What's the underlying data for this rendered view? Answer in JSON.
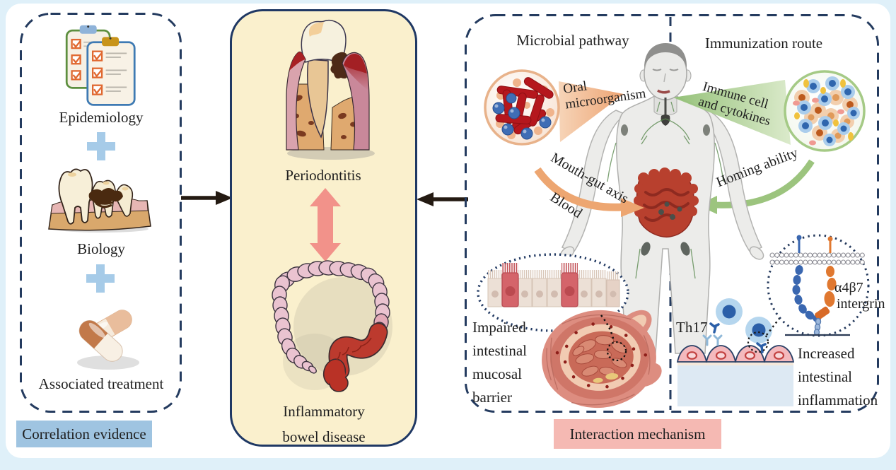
{
  "colors": {
    "frame_blue": "#dff0f9",
    "dash_navy": "#243b5f",
    "center_panel_cream": "#faf0cd",
    "center_panel_border": "#1f3864",
    "badge_blue": "#9fc4e1",
    "badge_pink": "#f5b9b3",
    "plus_blue": "#a6cbe8",
    "double_arrow_pink": "#f2928a",
    "black_arrow": "#241a12",
    "microbial_orange": "#f0ab7c",
    "immune_green": "#a8cc8c",
    "gut_red": "#b8402e",
    "text": "#1f1f1f"
  },
  "left_panel": {
    "item1_label": "Epidemiology",
    "item2_label": "Biology",
    "item3_label": "Associated treatment",
    "badge": "Correlation evidence"
  },
  "center_panel": {
    "top_label": "Periodontitis",
    "bottom_line1": "Inflammatory",
    "bottom_line2": "bowel disease"
  },
  "right_panel": {
    "microbial_header": "Microbial pathway",
    "immunization_header": "Immunization route",
    "oral_line1": "Oral",
    "oral_line2": "microorganism",
    "immune_line1": "Immune cell",
    "immune_line2": "and cytokines",
    "mouth_gut_label": "Mouth-gut axis",
    "blood_label": "Blood",
    "homing_label": "Homing ability",
    "impaired_line1": "Impaired",
    "impaired_line2": "intestinal",
    "impaired_line3": "mucosal",
    "impaired_line4": "barrier",
    "th17_label": "Th17",
    "integrin_line1": "α4β7",
    "integrin_line2": "intergrin",
    "increased_line1": "Increased",
    "increased_line2": "intestinal",
    "increased_line3": "inflammation",
    "badge": "Interaction mechanism"
  }
}
